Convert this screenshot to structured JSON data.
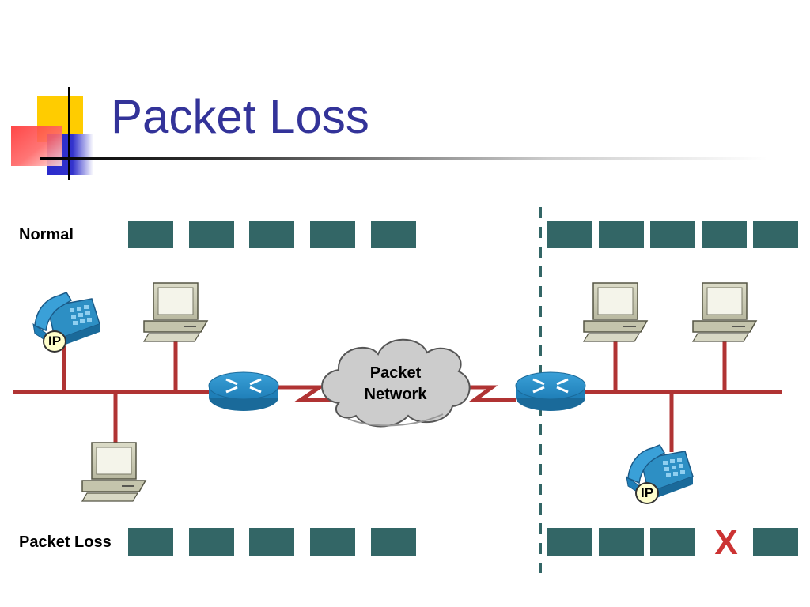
{
  "slide": {
    "title": "Packet Loss"
  },
  "rows": {
    "normal_label": "Normal",
    "loss_label": "Packet Loss",
    "lost_packet_mark": "X"
  },
  "network": {
    "cloud_label_line1": "Packet",
    "cloud_label_line2": "Network",
    "phone_badge": "IP"
  },
  "colors": {
    "title": "#333399",
    "packet": "#336666",
    "link": "#b03333",
    "router": "#2f8fc8",
    "cloud": "#cccccc",
    "divider": "#336666",
    "lost_mark": "#cc3333"
  }
}
